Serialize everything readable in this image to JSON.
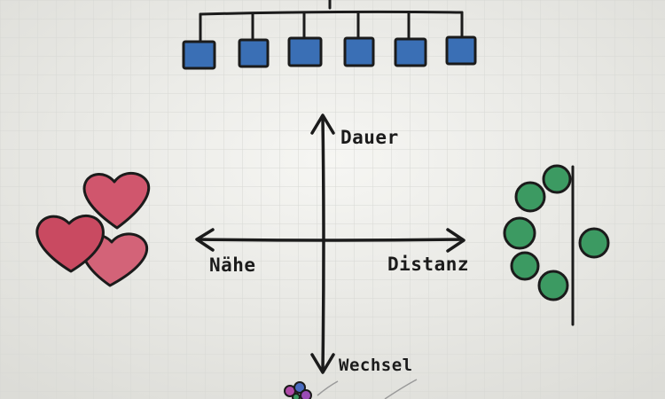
{
  "axes": {
    "top_label": "Dauer",
    "left_label": "Nähe",
    "right_label": "Distanz",
    "bottom_label": "Wechsel"
  },
  "colors": {
    "paper": "#eeeeea",
    "grid": "#d7d8d4",
    "ink": "#1b1b1b",
    "box_blue": "#3a6fb5",
    "heart_red": "#d0566d",
    "circle_green": "#3c9a62"
  },
  "icons": {
    "hierarchy": "org-chart-icon",
    "hearts": "hearts-icon",
    "circles": "distance-circles-icon",
    "flowers": "flower-icon"
  }
}
